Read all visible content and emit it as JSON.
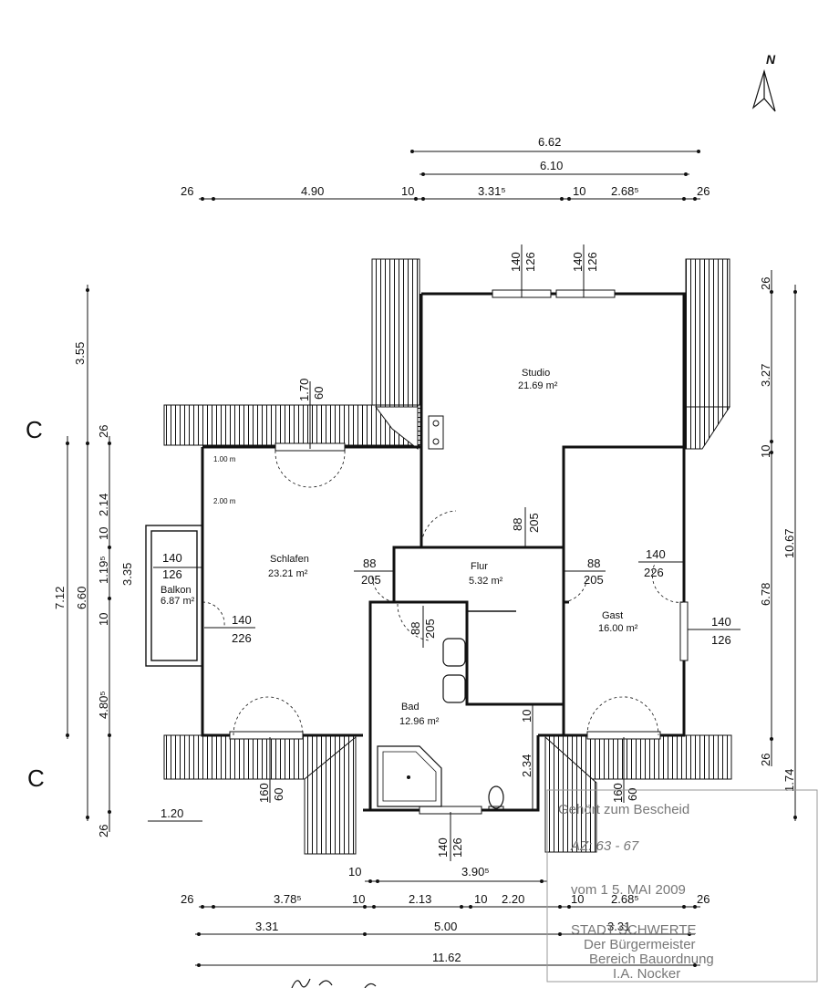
{
  "north": {
    "label": "N",
    "icon": "north-arrow-icon"
  },
  "section_marks": [
    "C",
    "C"
  ],
  "rooms": {
    "studio": {
      "name": "Studio",
      "area": "21.69 m²"
    },
    "schlafen": {
      "name": "Schlafen",
      "area": "23.21 m²"
    },
    "flur": {
      "name": "Flur",
      "area": "5.32 m²"
    },
    "gast": {
      "name": "Gast",
      "area": "16.00 m²"
    },
    "bad": {
      "name": "Bad",
      "area": "12.96 m²"
    },
    "balkon": {
      "name": "Balkon",
      "area": "6.87 m²"
    }
  },
  "heights": {
    "h100": "1.00 m",
    "h200": "2.00 m"
  },
  "top_dims": {
    "overall": "6.62",
    "inner": "6.10",
    "seg": [
      "26",
      "4.90",
      "10",
      "3.31⁵",
      "10",
      "2.68⁵",
      "26"
    ]
  },
  "bottom_dims": {
    "row1": [
      "10",
      "3.90⁵"
    ],
    "row2": [
      "26",
      "3.78⁵",
      "10",
      "2.13",
      "10",
      "2.20",
      "10",
      "2.68⁵",
      "26"
    ],
    "row3": [
      "3.31",
      "5.00",
      "3.31"
    ],
    "overall": "11.62"
  },
  "left_dims": [
    "3.55",
    "26",
    "2.14",
    "10",
    "1.19⁵",
    "3.35",
    "10",
    "4.80⁵",
    "7.12",
    "6.60",
    "1.20",
    "26"
  ],
  "right_dims": [
    "26",
    "3.27",
    "10",
    "10.67",
    "6.78",
    "26",
    "1.74"
  ],
  "openings": {
    "studio_w1": [
      "140",
      "126"
    ],
    "studio_w2": [
      "140",
      "126"
    ],
    "schlafen_w": [
      "1.70",
      "60"
    ],
    "balkon_w": [
      "140",
      "126"
    ],
    "balkon_door": [
      "140",
      "226"
    ],
    "schlafen_door": [
      "88",
      "205"
    ],
    "flur_door": [
      "88",
      "205"
    ],
    "bad_door": [
      "88",
      "205"
    ],
    "gast_door1": [
      "88",
      "205"
    ],
    "gast_door2": [
      "140",
      "226"
    ],
    "gast_w": [
      "140",
      "126"
    ],
    "bad_w": [
      "140",
      "126"
    ],
    "bottom_left_w": [
      "160",
      "60"
    ],
    "bottom_right_w": [
      "160",
      "60"
    ],
    "bad_dim": [
      "10",
      "2.34"
    ]
  },
  "stamp": {
    "line1": "Gehört zum Bescheid",
    "line2": "AZ: 63 - 67",
    "line3": "vom   1 5. MAI 2009",
    "line4": "STADT SCHWERTE",
    "line5": "Der Bürgermeister",
    "line6": "Bereich Bauordnung",
    "line7": "I.A. Nocker"
  }
}
